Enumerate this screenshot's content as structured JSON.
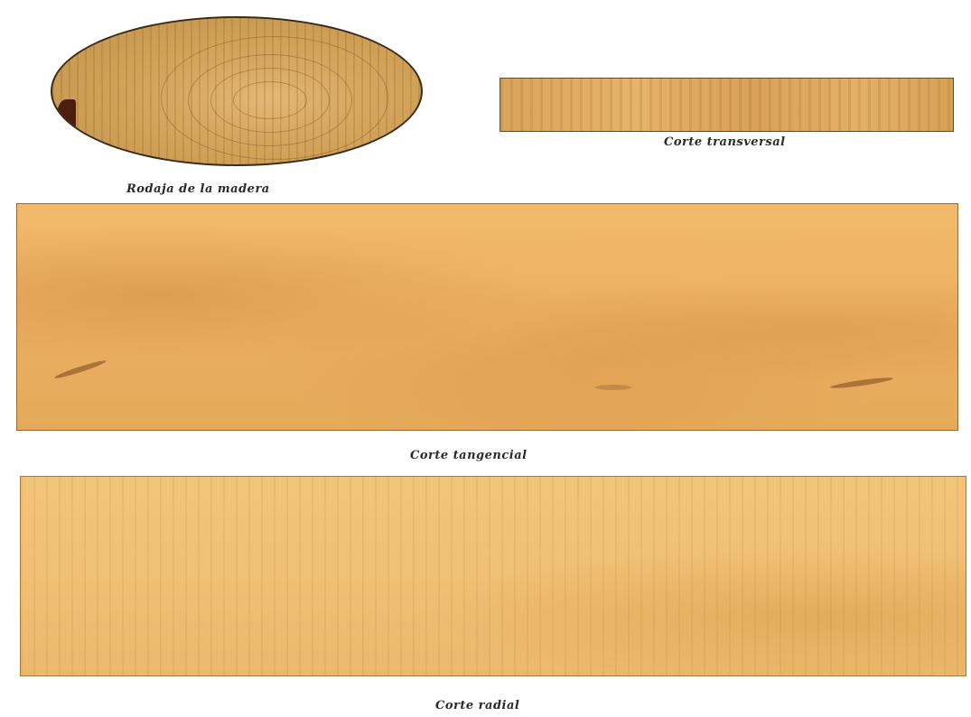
{
  "figure": {
    "captions": {
      "slice": "Rodaja de la madera",
      "transversal": "Corte transversal",
      "tangential": "Corte tangencial",
      "radial": "Corte radial"
    },
    "colors": {
      "background": "#ffffff",
      "wood_light": "#f0c073",
      "wood_mid": "#e5a95a",
      "wood_dark": "#c99a52",
      "caption_text": "#2a2a2a"
    }
  }
}
